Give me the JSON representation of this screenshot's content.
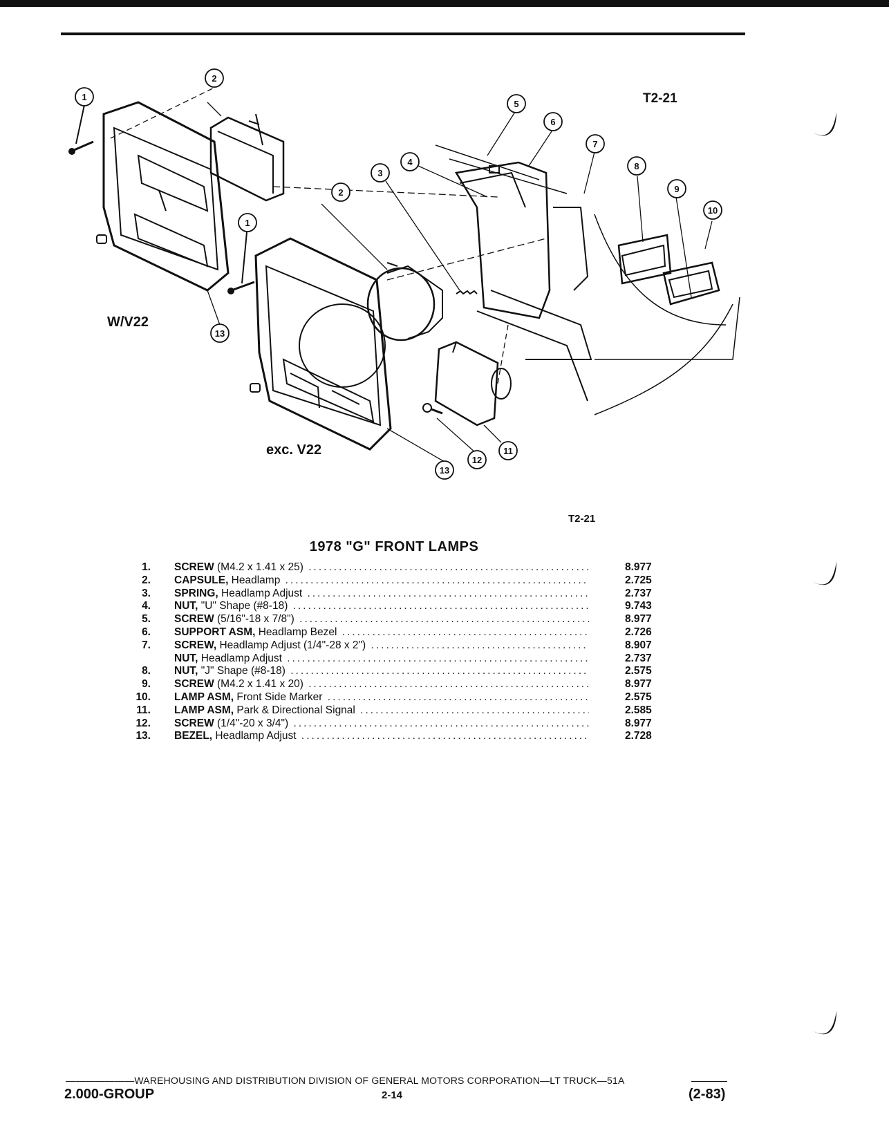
{
  "diagram": {
    "fig_code_top": "T2-21",
    "fig_code_bottom": "T2-21",
    "label_v22": "W/V22",
    "label_exc_v22": "exc. V22",
    "callouts": [
      "1",
      "2",
      "1",
      "2",
      "3",
      "4",
      "5",
      "6",
      "7",
      "8",
      "9",
      "10",
      "11",
      "12",
      "13",
      "13"
    ]
  },
  "parts_list": {
    "title": "1978 \"G\" FRONT LAMPS",
    "items": [
      {
        "num": "1.",
        "name": "SCREW",
        "desc": " (M4.2 x 1.41 x 25)",
        "code": "8.977"
      },
      {
        "num": "2.",
        "name": "CAPSULE,",
        "desc": " Headlamp",
        "code": "2.725"
      },
      {
        "num": "3.",
        "name": "SPRING,",
        "desc": " Headlamp Adjust",
        "code": "2.737"
      },
      {
        "num": "4.",
        "name": "NUT,",
        "desc": " \"U\" Shape (#8-18)",
        "code": "9.743"
      },
      {
        "num": "5.",
        "name": "SCREW",
        "desc": " (5/16\"-18 x 7/8\")",
        "code": "8.977"
      },
      {
        "num": "6.",
        "name": "SUPPORT ASM,",
        "desc": " Headlamp Bezel",
        "code": "2.726"
      },
      {
        "num": "7.",
        "name": "SCREW,",
        "desc": " Headlamp Adjust (1/4\"-28 x 2\")",
        "code": "8.907"
      },
      {
        "num": "",
        "name": "NUT,",
        "desc": " Headlamp Adjust",
        "code": "2.737"
      },
      {
        "num": "8.",
        "name": "NUT,",
        "desc": " \"J\" Shape (#8-18)",
        "code": "2.575"
      },
      {
        "num": "9.",
        "name": "SCREW",
        "desc": " (M4.2 x 1.41 x 20)",
        "code": "8.977"
      },
      {
        "num": "10.",
        "name": "LAMP ASM,",
        "desc": " Front Side Marker",
        "code": "2.575"
      },
      {
        "num": "11.",
        "name": "LAMP ASM,",
        "desc": " Park & Directional Signal",
        "code": "2.585"
      },
      {
        "num": "12.",
        "name": "SCREW",
        "desc": " (1/4\"-20 x 3/4\")",
        "code": "8.977"
      },
      {
        "num": "13.",
        "name": "BEZEL,",
        "desc": " Headlamp Adjust",
        "code": "2.728"
      }
    ]
  },
  "footer": {
    "division_line": "———————WAREHOUSING AND DISTRIBUTION  DIVISION OF GENERAL MOTORS CORPORATION—LT TRUCK—51A",
    "group": "2.000-GROUP",
    "page": "2-14",
    "date": "(2-83)"
  }
}
